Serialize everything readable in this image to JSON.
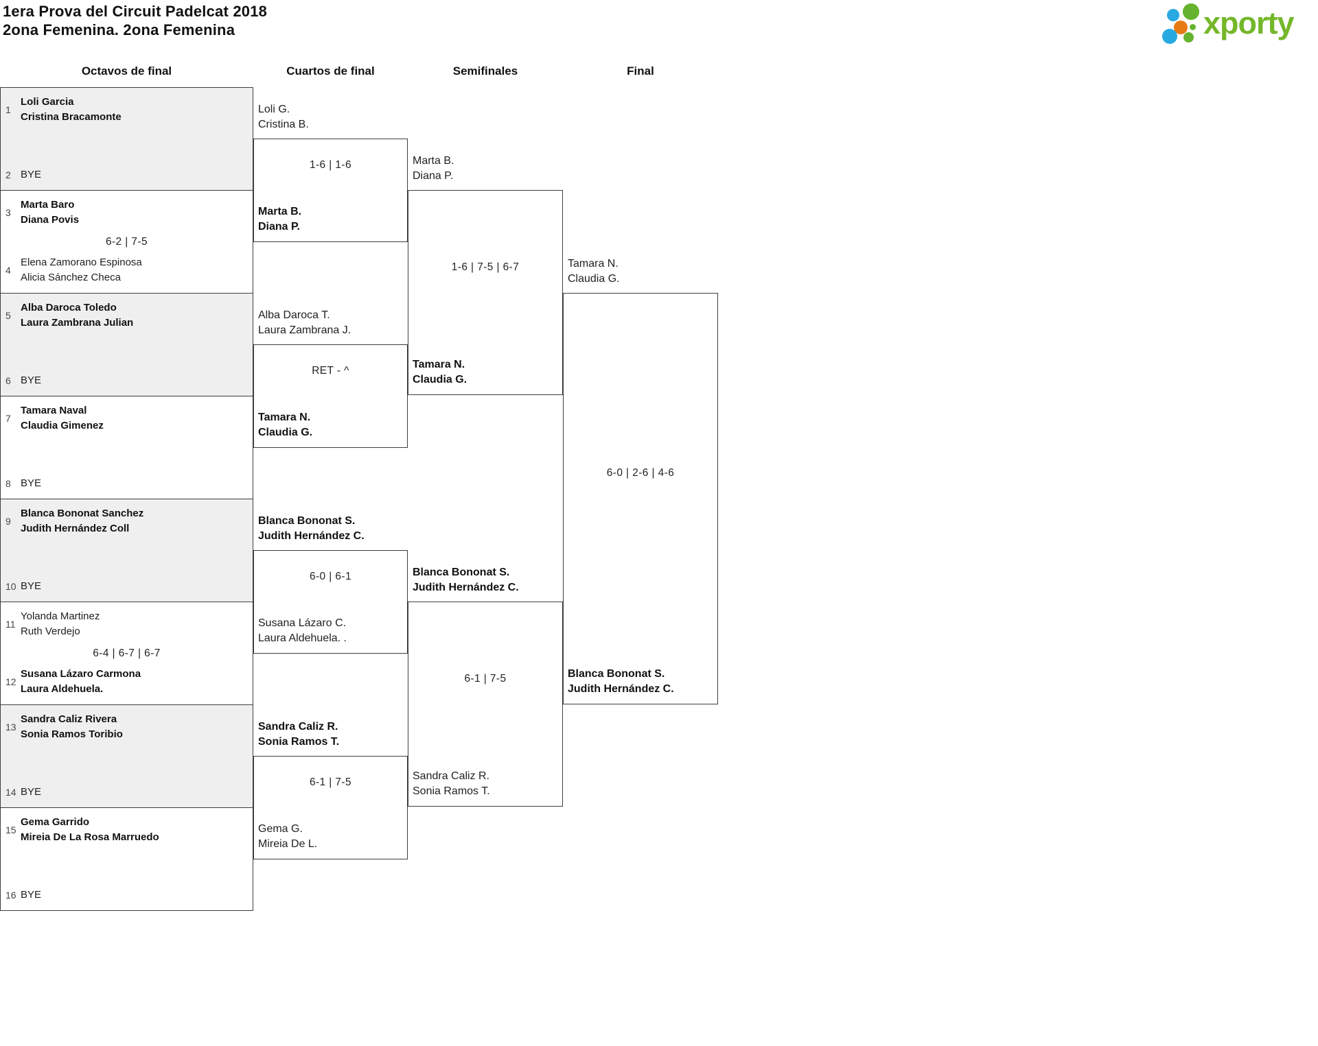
{
  "title": {
    "line1": "1era Prova del Circuit Padelcat 2018",
    "line2": "2ona Femenina. 2ona Femenina"
  },
  "logo": {
    "text": "xporty",
    "green": "#74b72a",
    "blue": "#29a9e1",
    "orange": "#e87a12"
  },
  "colors": {
    "shaded_row": "#efefef",
    "border": "#3d3d3d"
  },
  "rounds": {
    "r16": {
      "header": "Octavos de final",
      "boxes": [
        {
          "score": "",
          "top": {
            "seed": "1",
            "winner": true,
            "lines": [
              "Loli Garcia",
              "Cristina Bracamonte"
            ]
          },
          "bottom": {
            "seed": "2",
            "winner": false,
            "lines": [
              "BYE"
            ]
          }
        },
        {
          "score": "6-2 | 7-5",
          "top": {
            "seed": "3",
            "winner": true,
            "lines": [
              "Marta Baro",
              "Diana Povis"
            ]
          },
          "bottom": {
            "seed": "4",
            "winner": false,
            "lines": [
              "Elena Zamorano Espinosa",
              "Alicia Sánchez Checa"
            ]
          }
        },
        {
          "score": "",
          "top": {
            "seed": "5",
            "winner": true,
            "lines": [
              "Alba Daroca Toledo",
              "Laura Zambrana Julian"
            ]
          },
          "bottom": {
            "seed": "6",
            "winner": false,
            "lines": [
              "BYE"
            ]
          }
        },
        {
          "score": "",
          "top": {
            "seed": "7",
            "winner": true,
            "lines": [
              "Tamara Naval",
              "Claudia Gimenez"
            ]
          },
          "bottom": {
            "seed": "8",
            "winner": false,
            "lines": [
              "BYE"
            ]
          }
        },
        {
          "score": "",
          "top": {
            "seed": "9",
            "winner": true,
            "lines": [
              "Blanca Bononat Sanchez",
              "Judith Hernández Coll"
            ]
          },
          "bottom": {
            "seed": "10",
            "winner": false,
            "lines": [
              "BYE"
            ]
          }
        },
        {
          "score": "6-4 | 6-7 | 6-7",
          "top": {
            "seed": "11",
            "winner": false,
            "lines": [
              "Yolanda Martinez",
              "Ruth Verdejo"
            ]
          },
          "bottom": {
            "seed": "12",
            "winner": true,
            "lines": [
              "Susana Lázaro Carmona",
              "Laura Aldehuela."
            ]
          }
        },
        {
          "score": "",
          "top": {
            "seed": "13",
            "winner": true,
            "lines": [
              "Sandra Caliz Rivera",
              "Sonia Ramos Toribio"
            ]
          },
          "bottom": {
            "seed": "14",
            "winner": false,
            "lines": [
              "BYE"
            ]
          }
        },
        {
          "score": "",
          "top": {
            "seed": "15",
            "winner": true,
            "lines": [
              "Gema Garrido",
              "Mireia De La Rosa Marruedo"
            ]
          },
          "bottom": {
            "seed": "16",
            "winner": false,
            "lines": [
              "BYE"
            ]
          }
        }
      ]
    },
    "quarters": {
      "header": "Cuartos de final",
      "matches": [
        {
          "score": "1-6 | 1-6",
          "top": {
            "winner": false,
            "lines": [
              "Loli G.",
              "Cristina B."
            ]
          },
          "bottom": {
            "winner": true,
            "lines": [
              "Marta B.",
              "Diana P."
            ]
          }
        },
        {
          "score": "RET - ^",
          "top": {
            "winner": false,
            "lines": [
              "Alba Daroca T.",
              "Laura Zambrana J."
            ]
          },
          "bottom": {
            "winner": true,
            "lines": [
              "Tamara N.",
              "Claudia G."
            ]
          }
        },
        {
          "score": "6-0 | 6-1",
          "top": {
            "winner": true,
            "lines": [
              "Blanca Bononat S.",
              "Judith Hernández C."
            ]
          },
          "bottom": {
            "winner": false,
            "lines": [
              "Susana Lázaro C.",
              "Laura Aldehuela. ."
            ]
          }
        },
        {
          "score": "6-1 | 7-5",
          "top": {
            "winner": true,
            "lines": [
              "Sandra Caliz R.",
              "Sonia Ramos T."
            ]
          },
          "bottom": {
            "winner": false,
            "lines": [
              "Gema G.",
              "Mireia De L."
            ]
          }
        }
      ]
    },
    "semis": {
      "header": "Semifinales",
      "matches": [
        {
          "score": "1-6 | 7-5 | 6-7",
          "top": {
            "winner": false,
            "lines": [
              "Marta B.",
              "Diana P."
            ]
          },
          "bottom": {
            "winner": true,
            "lines": [
              "Tamara N.",
              "Claudia G."
            ]
          }
        },
        {
          "score": "6-1 | 7-5",
          "top": {
            "winner": true,
            "lines": [
              "Blanca Bononat S.",
              "Judith Hernández C."
            ]
          },
          "bottom": {
            "winner": false,
            "lines": [
              "Sandra Caliz R.",
              "Sonia Ramos T."
            ]
          }
        }
      ]
    },
    "final": {
      "header": "Final",
      "matches": [
        {
          "score": "6-0 | 2-6 | 4-6",
          "top": {
            "winner": false,
            "lines": [
              "Tamara N.",
              "Claudia G."
            ]
          },
          "bottom": {
            "winner": true,
            "lines": [
              "Blanca Bononat S.",
              "Judith Hernández C."
            ]
          }
        }
      ]
    }
  }
}
